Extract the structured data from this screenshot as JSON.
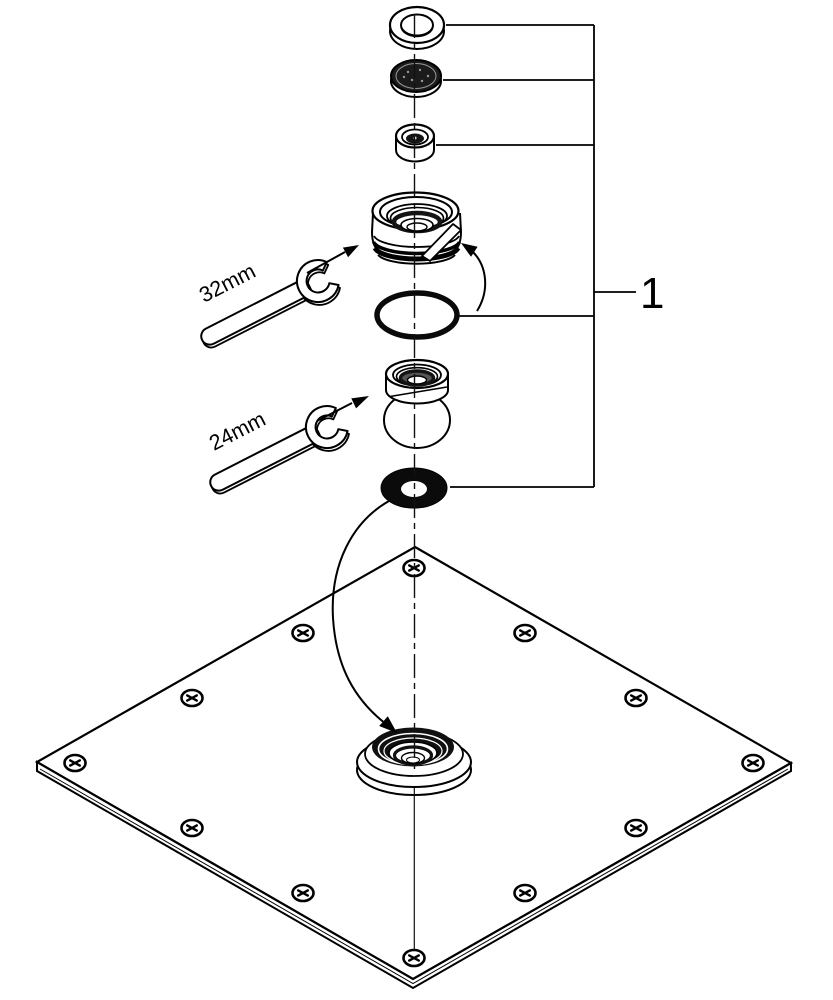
{
  "document": {
    "type": "exploded-parts-installation-diagram",
    "background_color": "#ffffff",
    "line_color": "#000000"
  },
  "callout": {
    "label": "1"
  },
  "tools": [
    {
      "id": "wrench-32",
      "label": "32mm",
      "icon": "open-end-wrench-icon"
    },
    {
      "id": "wrench-24",
      "label": "24mm",
      "icon": "open-end-wrench-icon"
    }
  ],
  "parts": [
    {
      "name": "washer-ring"
    },
    {
      "name": "filter-screen"
    },
    {
      "name": "flow-regulator-insert"
    },
    {
      "name": "threaded-adapter-32mm"
    },
    {
      "name": "o-ring-seal"
    },
    {
      "name": "ball-joint-union-24mm"
    },
    {
      "name": "rubber-seal-ring"
    },
    {
      "name": "square-ceiling-shower-plate"
    }
  ],
  "plate": {
    "screw_count": 12
  }
}
